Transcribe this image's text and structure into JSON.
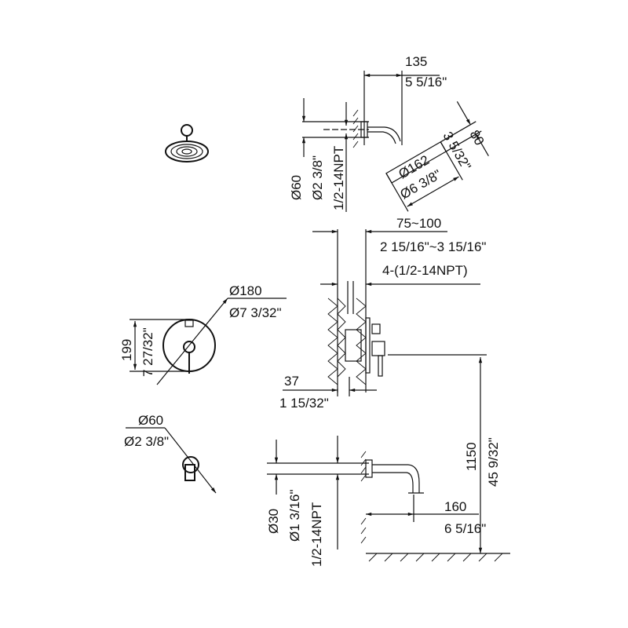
{
  "shower_head": {
    "projection_mm": "135",
    "projection_in": "5 5/16\"",
    "flange_dia_mm": "Ø60",
    "flange_dia_in": "Ø2 3/8\"",
    "thread": "1/2-14NPT",
    "head_dia_mm": "Ø162",
    "head_dia_in": "Ø6 3/8\"",
    "head_height_in": "3 5/32\"",
    "head_height_mm": "80"
  },
  "valve": {
    "depth_mm": "75~100",
    "depth_in": "2 15/16\"~3 15/16\"",
    "connections": "4-(1/2-14NPT)",
    "offset_mm": "37",
    "offset_in": "1 15/32\"",
    "plate_dia_mm": "Ø180",
    "plate_dia_in": "Ø7 3/32\"",
    "plate_height_mm": "199",
    "plate_height_in": "7 27/32\"",
    "handle_dia_mm": "Ø60",
    "handle_dia_in": "Ø2 3/8\""
  },
  "spout": {
    "dia_mm": "Ø30",
    "dia_in": "Ø1 3/16\"",
    "thread": "1/2-14NPT",
    "reach_mm": "160",
    "reach_in": "6 5/16\"",
    "height_mm": "1150",
    "height_in": "45 9/32\""
  }
}
